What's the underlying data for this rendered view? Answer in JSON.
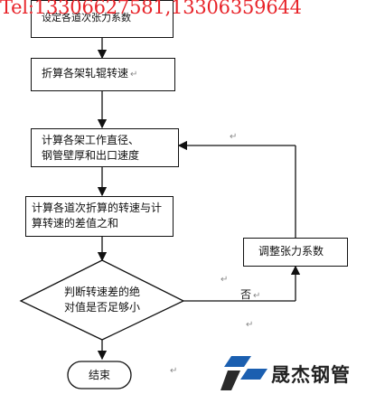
{
  "watermark": "Tel:13306627581,13306359644",
  "steps": {
    "set_tension": "设定各道次张力系数",
    "convert_speed": "折算各架轧辊转速",
    "calc_params": [
      "计算各架工作直径、",
      "钢管壁厚和出口速度"
    ],
    "calc_diff": [
      "计算各道次折算的转速与计",
      "算转速的差值之和"
    ],
    "decision": [
      "判断转速差的绝",
      "对值是否足够小"
    ],
    "adjust": "调整张力系数",
    "end": "结束"
  },
  "labels": {
    "no": "否"
  },
  "return_mark": "↵",
  "logo": {
    "text": "晟杰钢管",
    "colors": {
      "blue": "#1b5fb0",
      "dark": "#2a2a2a"
    }
  }
}
